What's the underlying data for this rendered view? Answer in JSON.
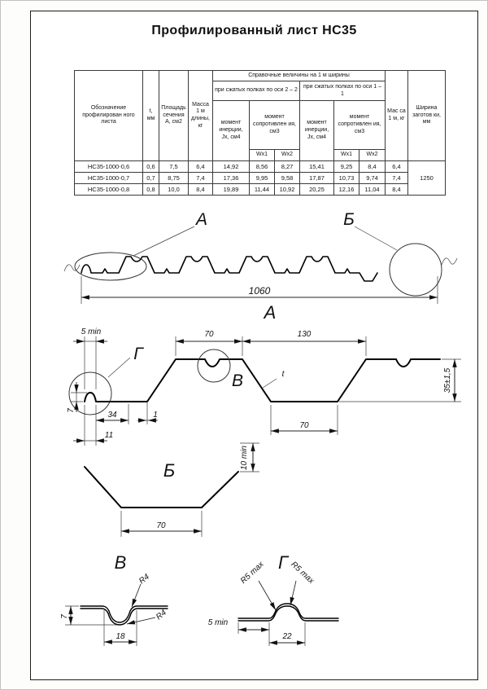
{
  "page": {
    "title": "Профилированный лист НС35"
  },
  "table": {
    "headers": {
      "designation": "Обозначение профилирован ного листа",
      "thickness": "t, мм",
      "area": "Площадь сечения А, см2",
      "mass_length": "Масса 1 м длины, кг",
      "reference": "Справочные величины на 1 м ширины",
      "axis22": "при сжатых полках по оси 2 – 2",
      "axis11": "при сжатых полках по оси 1 – 1",
      "inertia": "момент инерции, Jx, см4",
      "resistance": "момент сопротивлен ия, см3",
      "wx1": "Wx1",
      "wx2": "Wx2",
      "mass": "Мас са 1 м, кг",
      "blank_width": "Ширина заготов ки, мм"
    },
    "rows": [
      {
        "name": "НС35-1000-0,6",
        "t": "0,6",
        "area": "7,5",
        "mass_len": "6,4",
        "jx22": "14,92",
        "wx1_22": "8,56",
        "wx2_22": "8,27",
        "jx11": "15,41",
        "wx1_11": "9,25",
        "wx2_11": "8,4",
        "mass": "6,4"
      },
      {
        "name": "НС35-1000-0,7",
        "t": "0,7",
        "area": "8,75",
        "mass_len": "7,4",
        "jx22": "17,36",
        "wx1_22": "9,95",
        "wx2_22": "9,58",
        "jx11": "17,87",
        "wx1_11": "10,73",
        "wx2_11": "9,74",
        "mass": "7,4"
      },
      {
        "name": "НС35-1000-0,8",
        "t": "0,8",
        "area": "10,0",
        "mass_len": "8,4",
        "jx22": "19,89",
        "wx1_22": "11,44",
        "wx2_22": "10,92",
        "jx11": "20,25",
        "wx1_11": "12,16",
        "wx2_11": "11,04",
        "mass": "8,4"
      }
    ],
    "blank_width_value": "1250"
  },
  "drawings": {
    "overview": {
      "callout_a": "А",
      "callout_b": "Б",
      "width_dim": "1060"
    },
    "detail_a": {
      "title": "А",
      "edge_label": "Г",
      "groove_label": "В",
      "dim_edge_min": "5 min",
      "dim_flange_top": "70",
      "dim_rib_spacing": "130",
      "thickness_label": "t",
      "dim_bump_height": "7",
      "dim_34": "34",
      "dim_1": "1",
      "dim_11": "11",
      "dim_flange_bottom": "70",
      "dim_profile_height": "35±1,5"
    },
    "detail_b": {
      "title": "Б",
      "dim_lip": "10 min",
      "dim_flange": "70"
    },
    "detail_v": {
      "title": "В",
      "radius_top": "R4",
      "radius_bottom": "R4",
      "dim_width": "18",
      "dim_depth": "7"
    },
    "detail_g": {
      "title": "Г",
      "radius_left": "R5 max",
      "radius_right": "R5 max",
      "dim_edge": "5 min",
      "dim_width": "22"
    }
  }
}
